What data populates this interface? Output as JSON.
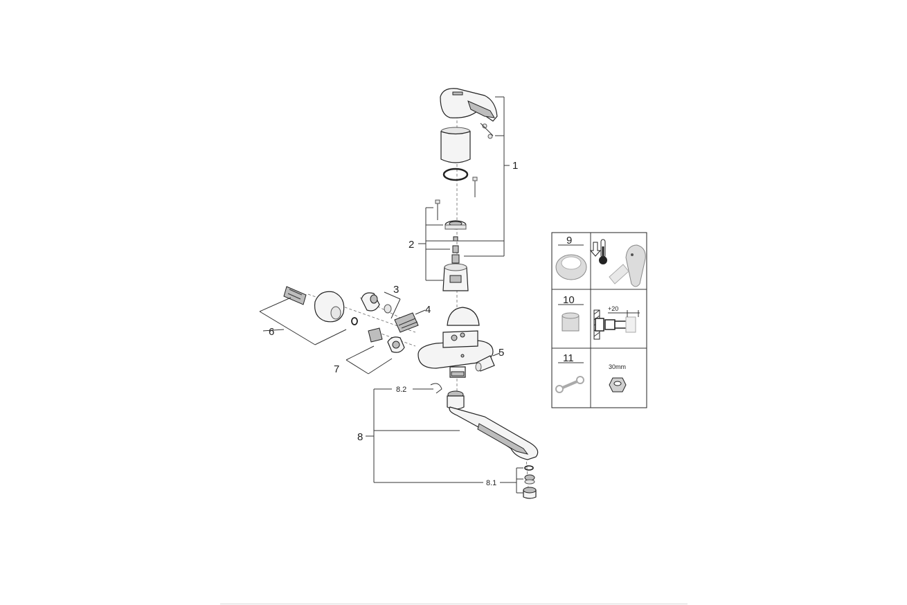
{
  "callouts": {
    "c1": "1",
    "c2": "2",
    "c3": "3",
    "c4": "4",
    "c5": "5",
    "c6": "6",
    "c7": "7",
    "c8": "8",
    "c8_1": "8.1",
    "c8_2": "8.2"
  },
  "legend": {
    "item9": "9",
    "item10": "10",
    "item11": "11",
    "dim_plus20": "+20",
    "nut_size": "30mm"
  }
}
